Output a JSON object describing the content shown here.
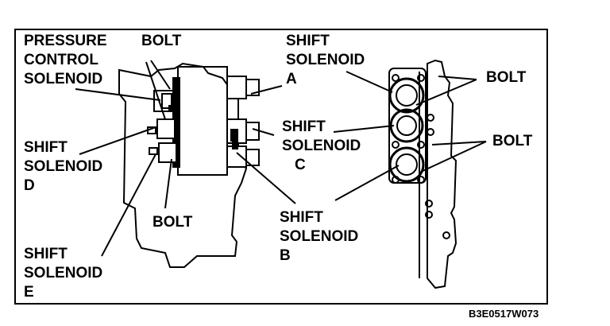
{
  "labels": {
    "pcs": [
      "PRESSURE",
      "CONTROL",
      "SOLENOID"
    ],
    "bolt_top": "BOLT",
    "shift_a": [
      "SHIFT",
      "SOLENOID",
      "A"
    ],
    "shift_c": [
      "SHIFT",
      "SOLENOID",
      "C"
    ],
    "shift_d": [
      "SHIFT",
      "SOLENOID",
      "D"
    ],
    "bolt_bottom": "BOLT",
    "shift_e": [
      "SHIFT",
      "SOLENOID",
      "E"
    ],
    "shift_b": [
      "SHIFT",
      "SOLENOID",
      "B"
    ],
    "bolt_right_top": "BOLT",
    "bolt_right_mid": "BOLT"
  },
  "figure_code": "B3E0517W073"
}
